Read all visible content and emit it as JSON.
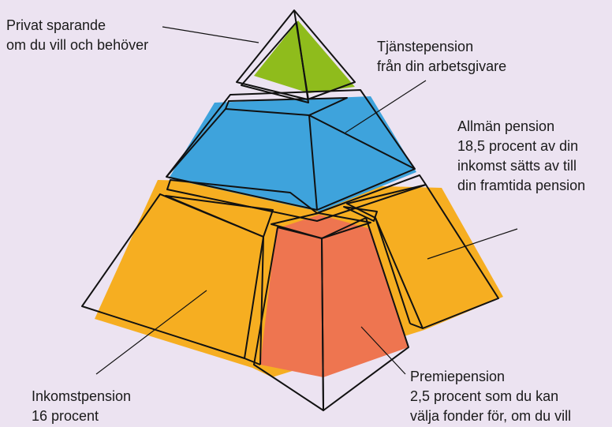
{
  "labels": {
    "privat": {
      "title": "Privat sparande",
      "text": "om du vill och behöver"
    },
    "tjanste": {
      "title": "Tjänstepension",
      "text": "från din arbetsgivare"
    },
    "allman": {
      "title": "Allmän pension",
      "lines": [
        "18,5 procent av din",
        "inkomst sätts av till",
        "din framtida pension"
      ]
    },
    "inkomst": {
      "title": "Inkomstpension",
      "text": "16 procent"
    },
    "premie": {
      "title": "Premiepension",
      "lines": [
        "2,5 procent som du kan",
        "välja fonder för, om du vill"
      ]
    }
  },
  "colors": {
    "background": "#ece3f1",
    "privat": "#8fbc1c",
    "tjanste": "#3ea3dc",
    "inkomst": "#f6ae21",
    "premie": "#ee7550",
    "outline": "#111111"
  }
}
